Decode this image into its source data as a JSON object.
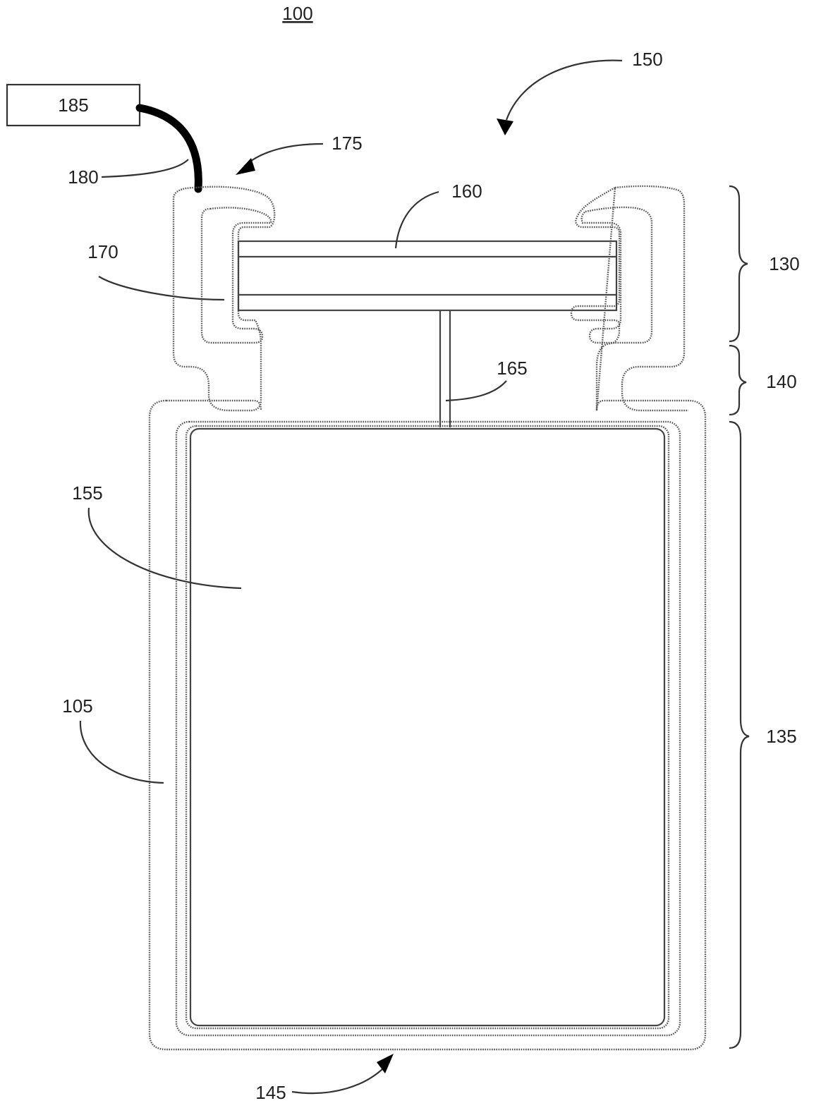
{
  "figure": {
    "title": "100",
    "labels": {
      "l105": "105",
      "l130": "130",
      "l135": "135",
      "l140": "140",
      "l145": "145",
      "l150": "150",
      "l155": "155",
      "l160": "160",
      "l165": "165",
      "l170": "170",
      "l175": "175",
      "l180": "180",
      "l185": "185"
    }
  }
}
